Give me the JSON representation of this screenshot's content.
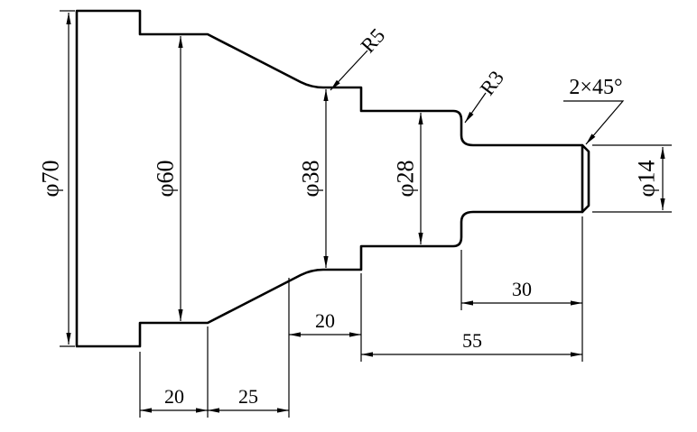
{
  "drawing": {
    "kind": "engineering-part-drawing",
    "part": "stepped-shaft",
    "colors": {
      "line": "#000000",
      "background": "#ffffff"
    },
    "labels": {
      "dia70": "φ70",
      "dia60": "φ60",
      "dia38": "φ38",
      "dia28": "φ28",
      "dia14": "φ14",
      "radius5": "R5",
      "radius3": "R3",
      "chamfer": "2×45°",
      "len_60_section": "20",
      "len_taper": "25",
      "len_38_section": "20",
      "len_55": "55",
      "len_30": "30"
    }
  }
}
